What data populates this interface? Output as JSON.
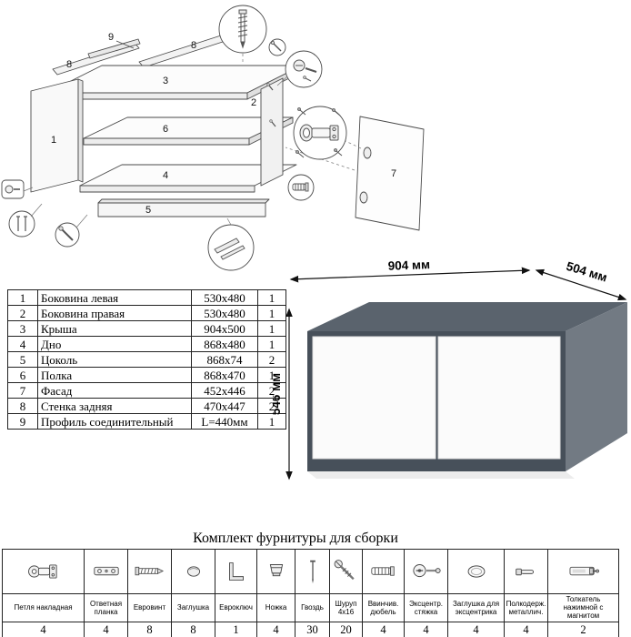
{
  "diagram": {
    "labels": [
      "9",
      "8",
      "8",
      "3",
      "1",
      "6",
      "2",
      "4",
      "5",
      "7"
    ]
  },
  "parts": {
    "rows": [
      {
        "num": "1",
        "name": "Боковина левая",
        "size": "530x480",
        "qty": "1"
      },
      {
        "num": "2",
        "name": "Боковина правая",
        "size": "530x480",
        "qty": "1"
      },
      {
        "num": "3",
        "name": "Крыша",
        "size": "904x500",
        "qty": "1"
      },
      {
        "num": "4",
        "name": "Дно",
        "size": "868x480",
        "qty": "1"
      },
      {
        "num": "5",
        "name": "Цоколь",
        "size": "868x74",
        "qty": "2"
      },
      {
        "num": "6",
        "name": "Полка",
        "size": "868x470",
        "qty": "1"
      },
      {
        "num": "7",
        "name": "Фасад",
        "size": "452x446",
        "qty": "2"
      },
      {
        "num": "8",
        "name": "Стенка задняя",
        "size": "470x447",
        "qty": "2"
      },
      {
        "num": "9",
        "name": "Профиль соединительный",
        "size": "L=440мм",
        "qty": "1"
      }
    ]
  },
  "cabinet": {
    "width_label": "904 мм",
    "depth_label": "504 мм",
    "height_label": "546 мм",
    "colors": {
      "top": "#5a636d",
      "front": "#47505a",
      "side": "#727a83",
      "door": "#fbfbfb"
    }
  },
  "hardware": {
    "title": "Комплект фурнитуры для сборки",
    "items": [
      {
        "name": "Петля накладная",
        "qty": "4",
        "icon": "hinge-icon"
      },
      {
        "name": "Ответная планка",
        "qty": "4",
        "icon": "strike-plate-icon"
      },
      {
        "name": "Евровинт",
        "qty": "8",
        "icon": "confirmat-screw-icon"
      },
      {
        "name": "Заглушка",
        "qty": "8",
        "icon": "cap-icon"
      },
      {
        "name": "Евроключ",
        "qty": "1",
        "icon": "hex-key-icon"
      },
      {
        "name": "Ножка",
        "qty": "4",
        "icon": "foot-icon"
      },
      {
        "name": "Гвоздь",
        "qty": "30",
        "icon": "nail-icon"
      },
      {
        "name": "Шуруп 4x16",
        "qty": "20",
        "icon": "screw-icon"
      },
      {
        "name": "Ввинчив. дюбель",
        "qty": "4",
        "icon": "dowel-icon"
      },
      {
        "name": "Эксцентр. стяжка",
        "qty": "4",
        "icon": "cam-lock-icon"
      },
      {
        "name": "Заглушка для эксцентрика",
        "qty": "4",
        "icon": "cam-cap-icon"
      },
      {
        "name": "Полкодерж. металлич.",
        "qty": "4",
        "icon": "shelf-pin-icon"
      },
      {
        "name": "Толкатель нажимной с магнитом",
        "qty": "2",
        "icon": "push-latch-icon"
      }
    ]
  }
}
